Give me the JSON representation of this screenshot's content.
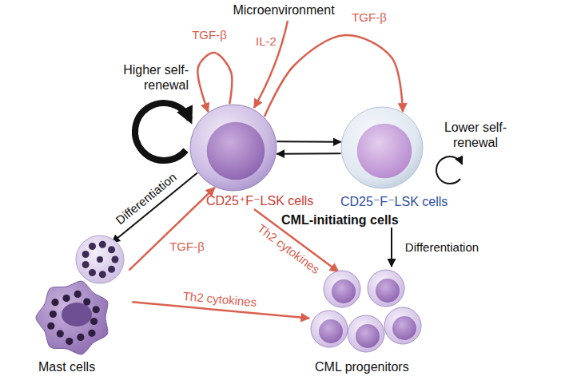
{
  "diagram": {
    "nodes": [
      {
        "text": [
          "CD25⁺F⁻LSK cells",
          "CML-initiating cells"
        ]
      },
      {
        "text": [
          "CD25⁻F⁻LSK cells"
        ]
      },
      {
        "text": [
          "Mast cells"
        ]
      },
      {
        "text": [
          "CML progenitors"
        ]
      }
    ],
    "edges": [
      {
        "from": 0,
        "to": 1,
        "arrow": "to",
        "label": "TGF-β"
      },
      {
        "from": 0,
        "to": 0,
        "arrow": "to",
        "label": "TGF-β"
      },
      {
        "from": 0,
        "to": 1,
        "arrow": "to"
      },
      {
        "from": 1,
        "to": 0,
        "arrow": "to"
      },
      {
        "from": 0,
        "to": 2,
        "arrow": "to",
        "label": "Differentiation"
      },
      {
        "from": 2,
        "to": 0,
        "arrow": "to",
        "label": "TGF-β"
      },
      {
        "from": 2,
        "to": 3,
        "arrow": "to",
        "label": "Th2 cytokines"
      },
      {
        "from": 0,
        "to": 3,
        "arrow": "to",
        "label": "Th2 cytokines"
      },
      {
        "from": 0,
        "to": 3,
        "arrow": "to",
        "label": "Differentiation"
      }
    ],
    "labels": [
      "Microenvironment",
      "IL-2",
      "Higher self-renewal",
      "Lower self-renewal"
    ]
  }
}
